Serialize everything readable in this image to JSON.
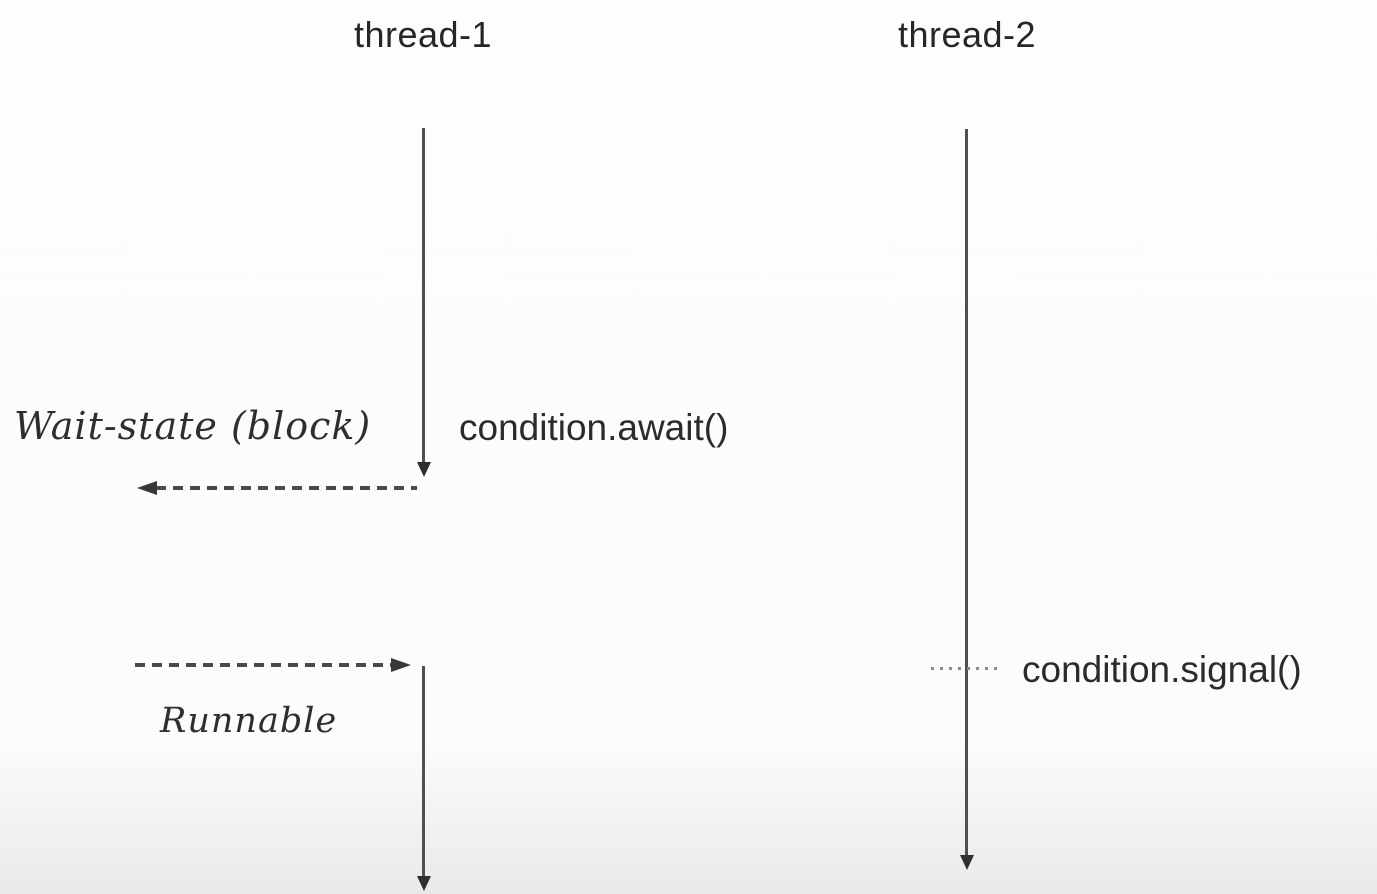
{
  "diagram_type": "sequence-diagram",
  "threads": [
    {
      "label": "thread-1"
    },
    {
      "label": "thread-2"
    }
  ],
  "annotations": {
    "await_call": "condition.await()",
    "signal_call": "condition.signal()",
    "wait_state": "Wait-state (block)",
    "runnable": "Runnable"
  },
  "colors": {
    "background": "#fcfcfc",
    "background_fade_bottom": "#e9e9e9",
    "lifeline": "#4f4f4f",
    "arrowhead": "#2f2f2f",
    "dashed_arrow": "#4a4a4a",
    "dotted_tick": "#8a8a8a",
    "text": "#2b2b2b"
  }
}
